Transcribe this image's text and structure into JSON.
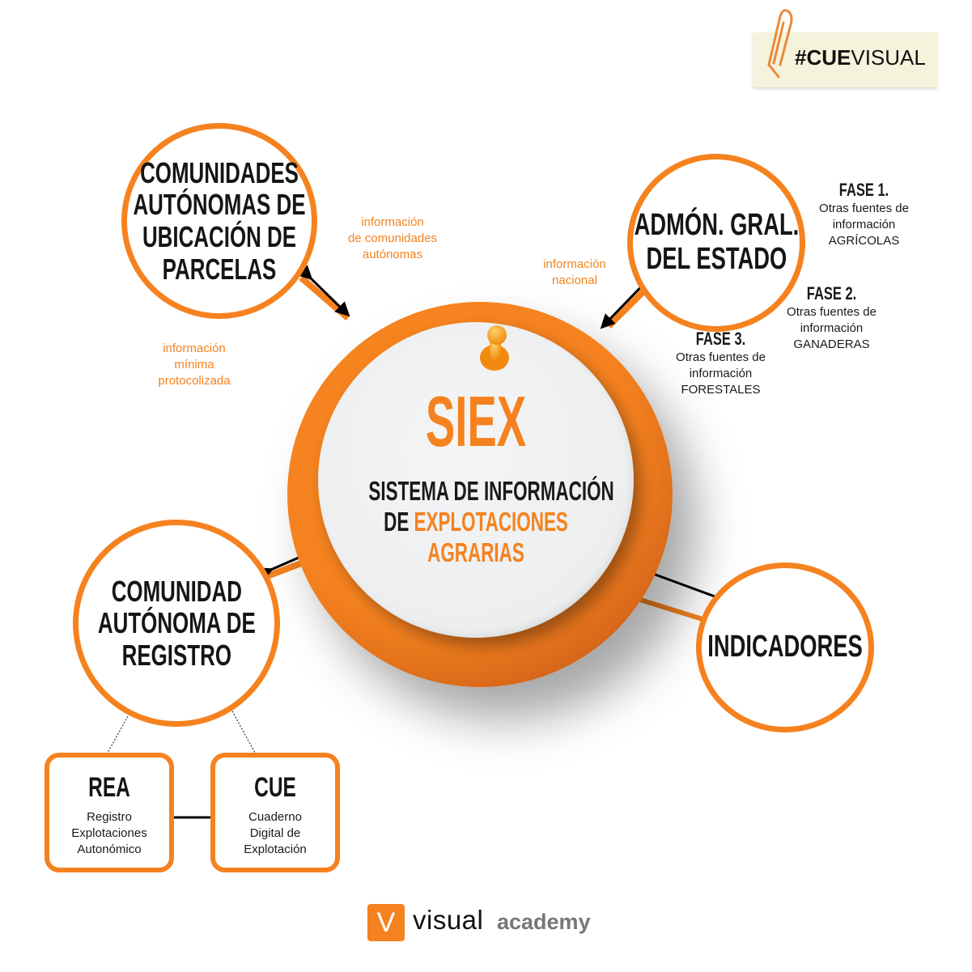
{
  "badge": {
    "label_bold": "#CUE",
    "label_light": "VISUAL"
  },
  "center": {
    "title": "SIEX",
    "subtitle_line1": "SISTEMA DE INFORMACIÓN",
    "subtitle_line2_prefix": "DE",
    "subtitle_line2_highlight": "EXPLOTACIONES",
    "subtitle_line3": "AGRARIAS"
  },
  "nodes": {
    "comunidades_ubicacion": {
      "line1": "COMUNIDADES",
      "line2": "AUTÓNOMAS DE",
      "line3": "UBICACIÓN DE",
      "line4": "PARCELAS"
    },
    "admon": {
      "line1": "ADMÓN. GRAL.",
      "line2": "DEL ESTADO"
    },
    "comunidad_registro": {
      "line1": "COMUNIDAD",
      "line2": "AUTÓNOMA DE",
      "line3": "REGISTRO"
    },
    "indicadores": {
      "line1": "INDICADORES"
    }
  },
  "labels": {
    "info_comunidades": {
      "line1": "información",
      "line2": "de comunidades",
      "line3": "autónomas"
    },
    "info_nacional": {
      "line1": "información",
      "line2": "nacional"
    },
    "info_minima": {
      "line1": "información",
      "line2": "mínima",
      "line3": "protocolizada"
    }
  },
  "fases": [
    {
      "title": "FASE 1.",
      "line1": "Otras fuentes de",
      "line2": "información",
      "line3": "AGRÍCOLAS"
    },
    {
      "title": "FASE 2.",
      "line1": "Otras fuentes de",
      "line2": "información",
      "line3": "GANADERAS"
    },
    {
      "title": "FASE 3.",
      "line1": "Otras fuentes de",
      "line2": "información",
      "line3": "FORESTALES"
    }
  ],
  "boxes": [
    {
      "title": "REA",
      "line1": "Registro",
      "line2": "Explotaciones",
      "line3": "Autonómico"
    },
    {
      "title": "CUE",
      "line1": "Cuaderno",
      "line2": "Digital de",
      "line3": "Explotación"
    }
  ],
  "logo": {
    "mark": "V",
    "word1": "visual",
    "word2": "academy"
  },
  "colors": {
    "accent": "#f5821f",
    "text": "#151515",
    "tape": "#f5f3dc",
    "logo_gray": "#777777"
  }
}
